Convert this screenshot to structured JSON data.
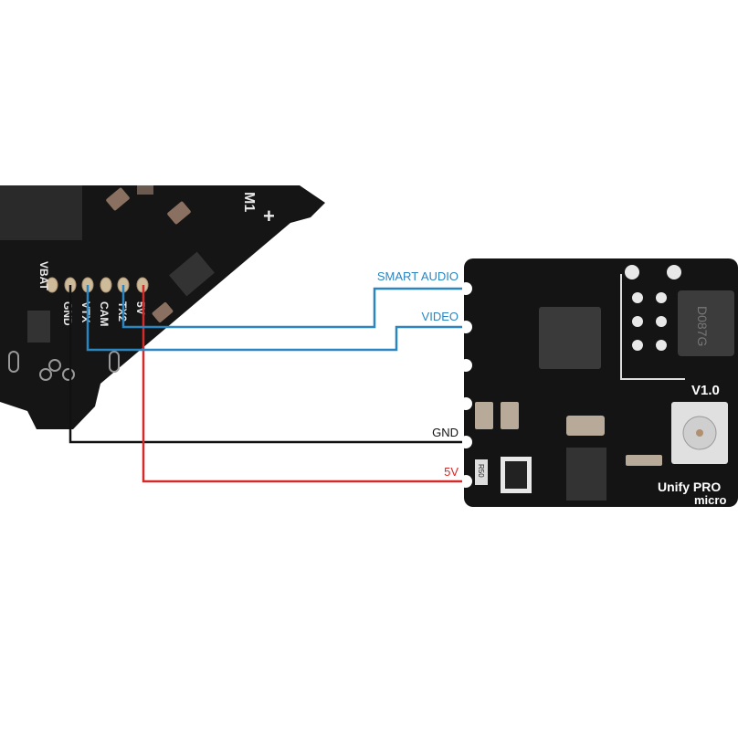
{
  "fc_board": {
    "pad_labels": [
      "VBAT",
      "GND",
      "VTX",
      "CAM",
      "TX2",
      "5V"
    ],
    "motor_label": "M1",
    "polarity": "+"
  },
  "vtx_board": {
    "version": "V1.0",
    "name_line1": "Unify PRO",
    "name_line2": "micro",
    "inductor_marking": "D087G",
    "resistor_marking": "R50"
  },
  "wires": [
    {
      "label": "SMART AUDIO",
      "from": "TX2",
      "color": "#2a86c0"
    },
    {
      "label": "VIDEO",
      "from": "VTX",
      "color": "#2a86c0"
    },
    {
      "label": "GND",
      "from": "GND",
      "color": "#111111"
    },
    {
      "label": "5V",
      "from": "5V",
      "color": "#d42a2a"
    }
  ]
}
